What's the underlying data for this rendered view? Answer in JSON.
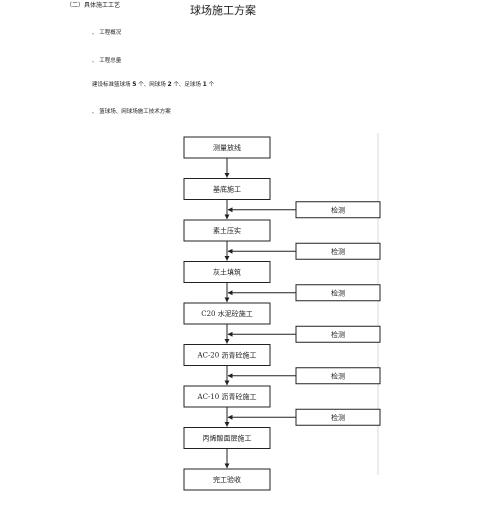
{
  "header": {
    "section_label": "（二）具体施工工艺",
    "title": "球场施工方案"
  },
  "items": [
    {
      "bullet": "、",
      "label": "工程概况"
    },
    {
      "bullet": "、",
      "label": "工程总量"
    }
  ],
  "stats": {
    "prefix": "建设标准篮球场",
    "basketball_count": "5",
    "mid1": "个、网球场",
    "tennis_count": "2",
    "mid2": "个、足球场",
    "football_count": "1",
    "suffix": "个"
  },
  "section3": {
    "bullet": "、",
    "label": "篮球场、网球场施工技术方案"
  },
  "flowchart": {
    "steps": [
      "测量放线",
      "基底施工",
      "素土压实",
      "灰土填筑",
      "C20 水泥砼施工",
      "AC-20 沥青砼施工",
      "AC-10 沥青砼施工",
      "丙烯酸面层施工",
      "完工验收"
    ],
    "check_label": "检测",
    "check_count": 6
  }
}
